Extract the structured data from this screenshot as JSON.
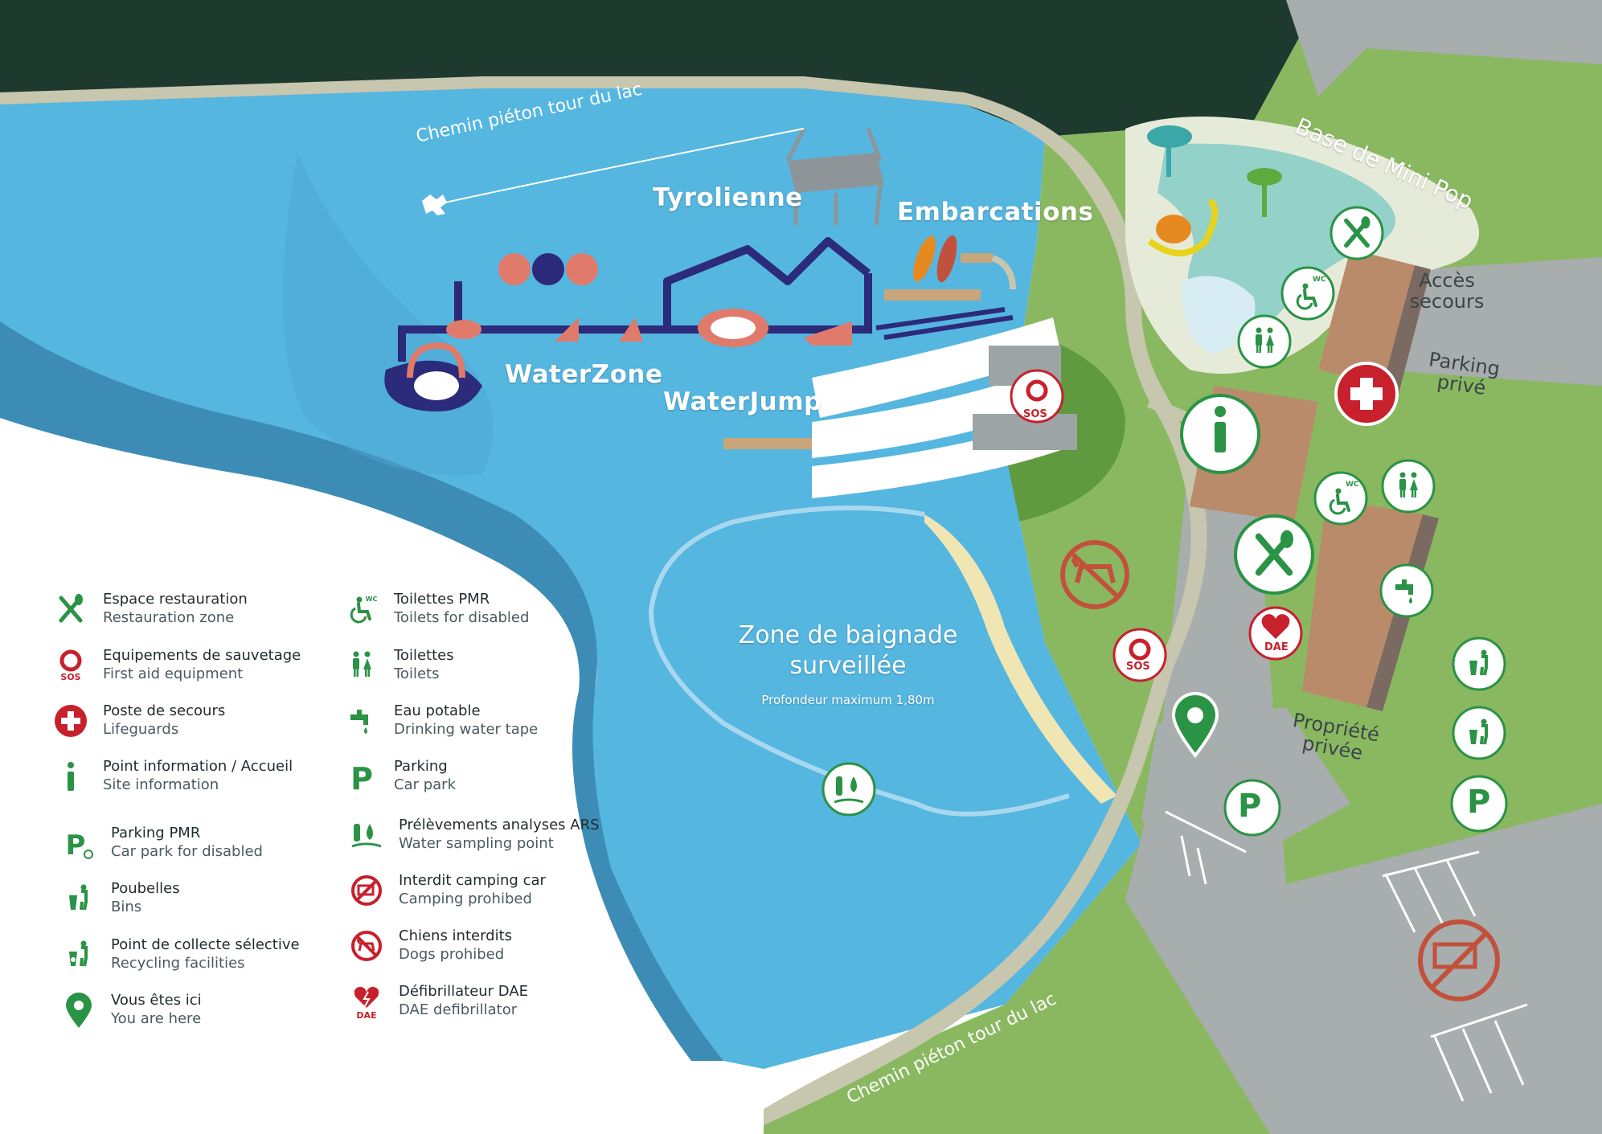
{
  "map": {
    "labels": {
      "tyrolienne": "Tyrolienne",
      "embarcations": "Embarcations",
      "waterzone": "WaterZone",
      "waterjump": "WaterJump",
      "baignade_line1": "Zone de baignade",
      "baignade_line2": "surveillée",
      "profondeur": "Profondeur maximum 1,80m",
      "mini_pop": "Base de Mini Pop",
      "acces_line1": "Accès",
      "acces_line2": "secours",
      "parking_prive_line1": "Parking",
      "parking_prive_line2": "privé",
      "propriete_line1": "Propriété",
      "propriete_line2": "privée",
      "chemin_top": "Chemin piéton tour du lac",
      "chemin_bottom": "Chemin piéton tour du lac"
    },
    "badges": {
      "sos": "SOS",
      "dae": "DAE",
      "wc": "WC",
      "parking": "P"
    },
    "colors": {
      "forest": "#1e3a2f",
      "lake": "#55b6e0",
      "lake_dark": "#3d8cb5",
      "grass": "#8ab861",
      "grass_dark": "#5f9a3f",
      "road": "#a8adad",
      "path": "#c7c6ae",
      "sand": "#f0e6b4",
      "building": "#b98b6b",
      "green_icon": "#2a9345",
      "red_icon": "#c8202c",
      "purple": "#2c2a7a",
      "salmon": "#e07a6a"
    }
  },
  "legend": {
    "left": [
      {
        "icon": "cutlery-icon",
        "fr": "Espace restauration",
        "en": "Restauration zone"
      },
      {
        "icon": "lifebuoy-sos-icon",
        "fr": "Equipements de sauvetage",
        "en": "First aid equipment"
      },
      {
        "icon": "red-cross-icon",
        "fr": "Poste de secours",
        "en": "Lifeguards"
      },
      {
        "icon": "info-icon",
        "fr": "Point information / Accueil",
        "en": "Site information"
      },
      {
        "icon": "parking-disabled-icon",
        "fr": "Parking PMR",
        "en": "Car park for disabled"
      },
      {
        "icon": "bin-icon",
        "fr": "Poubelles",
        "en": "Bins"
      },
      {
        "icon": "recycling-icon",
        "fr": "Point de collecte sélective",
        "en": "Recycling facilities"
      },
      {
        "icon": "location-pin-icon",
        "fr": "Vous êtes ici",
        "en": "You are here"
      }
    ],
    "right": [
      {
        "icon": "wc-disabled-icon",
        "fr": "Toilettes PMR",
        "en": "Toilets for disabled"
      },
      {
        "icon": "toilets-icon",
        "fr": "Toilettes",
        "en": "Toilets"
      },
      {
        "icon": "water-tap-icon",
        "fr": "Eau potable",
        "en": "Drinking water tape"
      },
      {
        "icon": "parking-icon",
        "fr": "Parking",
        "en": "Car park"
      },
      {
        "icon": "water-sampling-icon",
        "fr": "Prélèvements analyses ARS",
        "en": "Water sampling point"
      },
      {
        "icon": "no-camping-car-icon",
        "fr": "Interdit camping car",
        "en": "Camping prohibed"
      },
      {
        "icon": "no-dogs-icon",
        "fr": "Chiens interdits",
        "en": "Dogs prohibed"
      },
      {
        "icon": "defibrillator-icon",
        "fr": "Défibrillateur DAE",
        "en": "DAE defibrillator"
      }
    ]
  }
}
